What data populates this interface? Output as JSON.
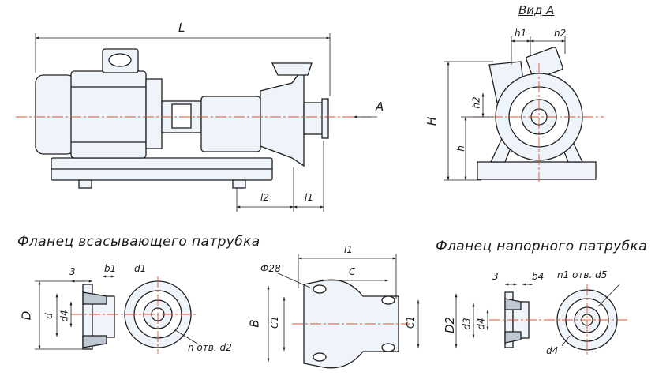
{
  "labels": {
    "L": "L",
    "A": "A",
    "vid_a": "Вид А",
    "h1": "h1",
    "h2_top": "h2",
    "h2_side": "h2",
    "H": "H",
    "h": "h",
    "l2": "l2",
    "l1_main": "l1",
    "flange_suction": "Фланец всасывающего патрубка",
    "flange_pressure": "Фланец напорного патрубка",
    "s3_left": "3",
    "b1": "b1",
    "d1_left": "d1",
    "D_left": "D",
    "d_left": "d",
    "d4_left": "d4",
    "n_holes": "n отв. d2",
    "l1_base": "l1",
    "phi28": "Ф28",
    "C": "C",
    "B": "B",
    "C1_left": "C1",
    "C1_right": "C1",
    "s3_right": "3",
    "b4": "b4",
    "n1_holes": "n1 отв. d5",
    "D2": "D2",
    "d3": "d3",
    "d4_right": "d4",
    "d4_bottom": "d4"
  },
  "colors": {
    "line": "#1f1f1f",
    "fill": "#eef4f9",
    "centerline": "#e05030"
  }
}
